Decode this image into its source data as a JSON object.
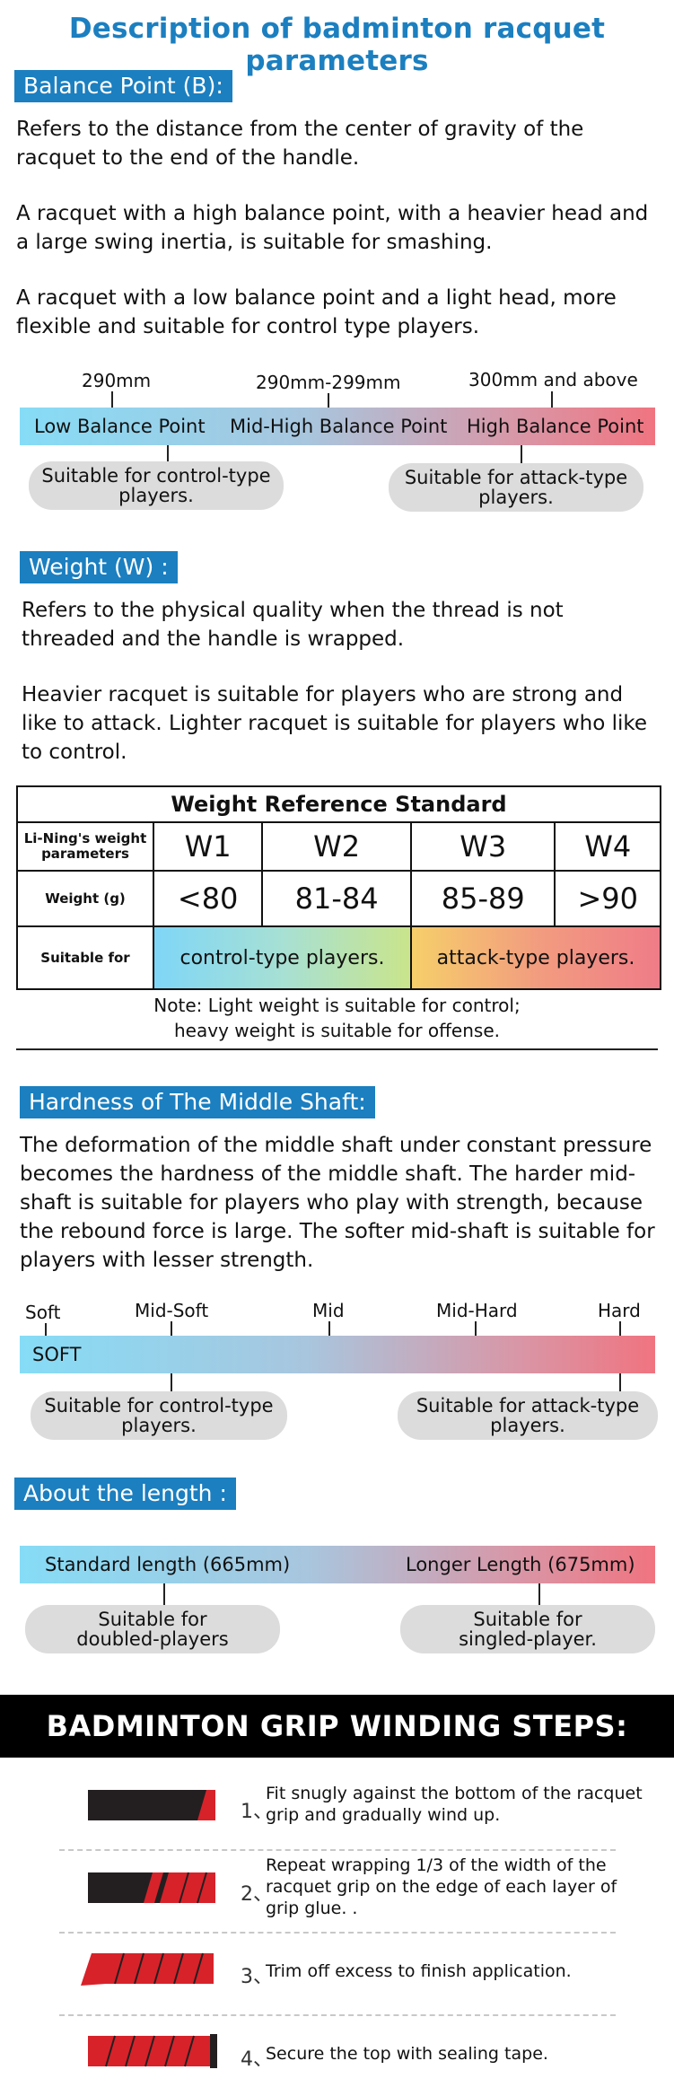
{
  "title": "Description of badminton racquet parameters",
  "balance": {
    "tag": "Balance Point (B):",
    "paragraphs": [
      "Refers to the distance from the center of gravity of the racquet to the end of the handle.",
      "A racquet with a high balance point, with a heavier head and a large swing inertia, is suitable for smashing.",
      "A racquet with a low balance point and a light head, more flexible and suitable for control type players."
    ],
    "markers": [
      "290mm",
      "290mm-299mm",
      "300mm and above"
    ],
    "bar_labels": [
      "Low Balance Point",
      "Mid-High Balance Point",
      "High Balance Point"
    ],
    "pill_left": [
      "Suitable for control-type",
      "players."
    ],
    "pill_right": [
      "Suitable for attack-type",
      "players."
    ]
  },
  "weight": {
    "tag": "Weight (W) :",
    "paragraphs": [
      "Refers to the physical quality when the thread is not threaded and the handle is wrapped.",
      "Heavier racquet is suitable for players who are strong and like to attack. Lighter racquet is suitable for players who like to control."
    ],
    "table": {
      "title": "Weight Reference Standard",
      "row_header_1": [
        "Li-Ning's weight",
        "parameters"
      ],
      "row_header_2": "Weight (g)",
      "row_header_3": "Suitable for",
      "classes": [
        "W1",
        "W2",
        "W3",
        "W4"
      ],
      "grams": [
        "<80",
        "81-84",
        "85-89",
        ">90"
      ],
      "suitable_control": "control-type players.",
      "suitable_attack": "attack-type players."
    },
    "note": [
      "Note: Light weight is suitable for control;",
      "heavy weight is suitable for offense."
    ]
  },
  "shaft": {
    "tag": "Hardness of The Middle Shaft:",
    "paragraph": "The deformation of the middle shaft under constant pressure becomes the hardness of the middle shaft. The harder mid-shaft is suitable for players who play with strength, because the rebound force is large. The softer mid-shaft is suitable for players with lesser strength.",
    "scale": [
      "Soft",
      "Mid-Soft",
      "Mid",
      "Mid-Hard",
      "Hard"
    ],
    "bar_label": "SOFT",
    "pill_left": [
      "Suitable for control-type",
      "players."
    ],
    "pill_right": [
      "Suitable for attack-type",
      "players."
    ]
  },
  "length": {
    "tag": "About the length :",
    "bar_labels": [
      "Standard length (665mm)",
      "Longer Length (675mm)"
    ],
    "pill_left": [
      "Suitable for",
      "doubled-players"
    ],
    "pill_right": [
      "Suitable for",
      "singled-player."
    ]
  },
  "grip": {
    "banner": "BADMINTON GRIP WINDING STEPS:",
    "steps": [
      {
        "num": "1、",
        "text": "Fit snugly against the bottom of the racquet grip and gradually wind up."
      },
      {
        "num": "2、",
        "text": "Repeat wrapping 1/3 of the width of the racquet grip on the edge of each layer of grip glue. ."
      },
      {
        "num": "3、",
        "text": "Trim off excess to finish application."
      },
      {
        "num": "4、",
        "text": "Secure the top with sealing tape."
      }
    ]
  },
  "colors": {
    "accent": "#1b7fc0",
    "cool": "#86dcf6",
    "hot": "#f07480",
    "grip_red": "#d7222a",
    "grip_black": "#231f20"
  }
}
